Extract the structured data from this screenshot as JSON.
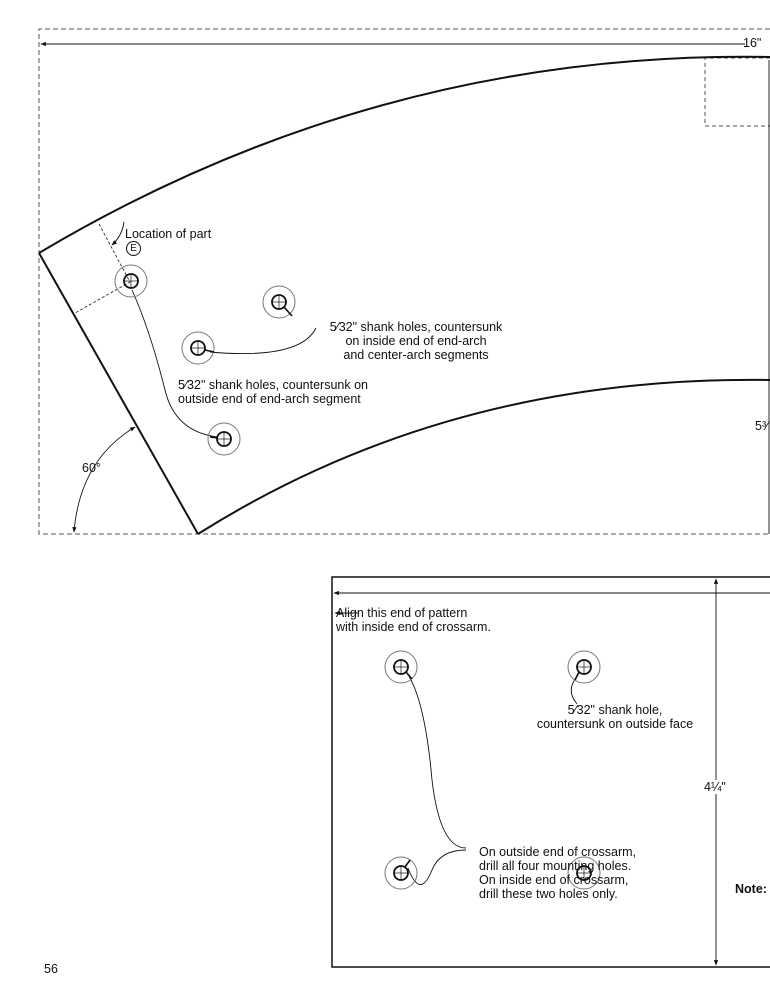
{
  "page_number": "56",
  "arch_pattern": {
    "width_dimension": "16\"",
    "height_dimension_partial": "5³⁄",
    "angle_label": "60°",
    "location_label": "Location of part",
    "location_part_letter": "E",
    "inner_holes_note": "5⁄32\" shank holes, countersunk\non inside end of end-arch\nand center-arch segments",
    "outer_holes_note": "5⁄32\" shank holes, countersunk on\noutside end of end-arch segment"
  },
  "crossarm_pattern": {
    "align_note": "Align this end of pattern\nwith inside end of crossarm.",
    "shank_hole_note": "5⁄32\" shank hole,\ncountersunk on outside face",
    "mounting_note": "On outside end of crossarm,\ndrill all four mounting holes.\nOn inside end of crossarm,\ndrill these two holes only.",
    "height_dimension": "4¼\"",
    "note_label": "Note:"
  }
}
